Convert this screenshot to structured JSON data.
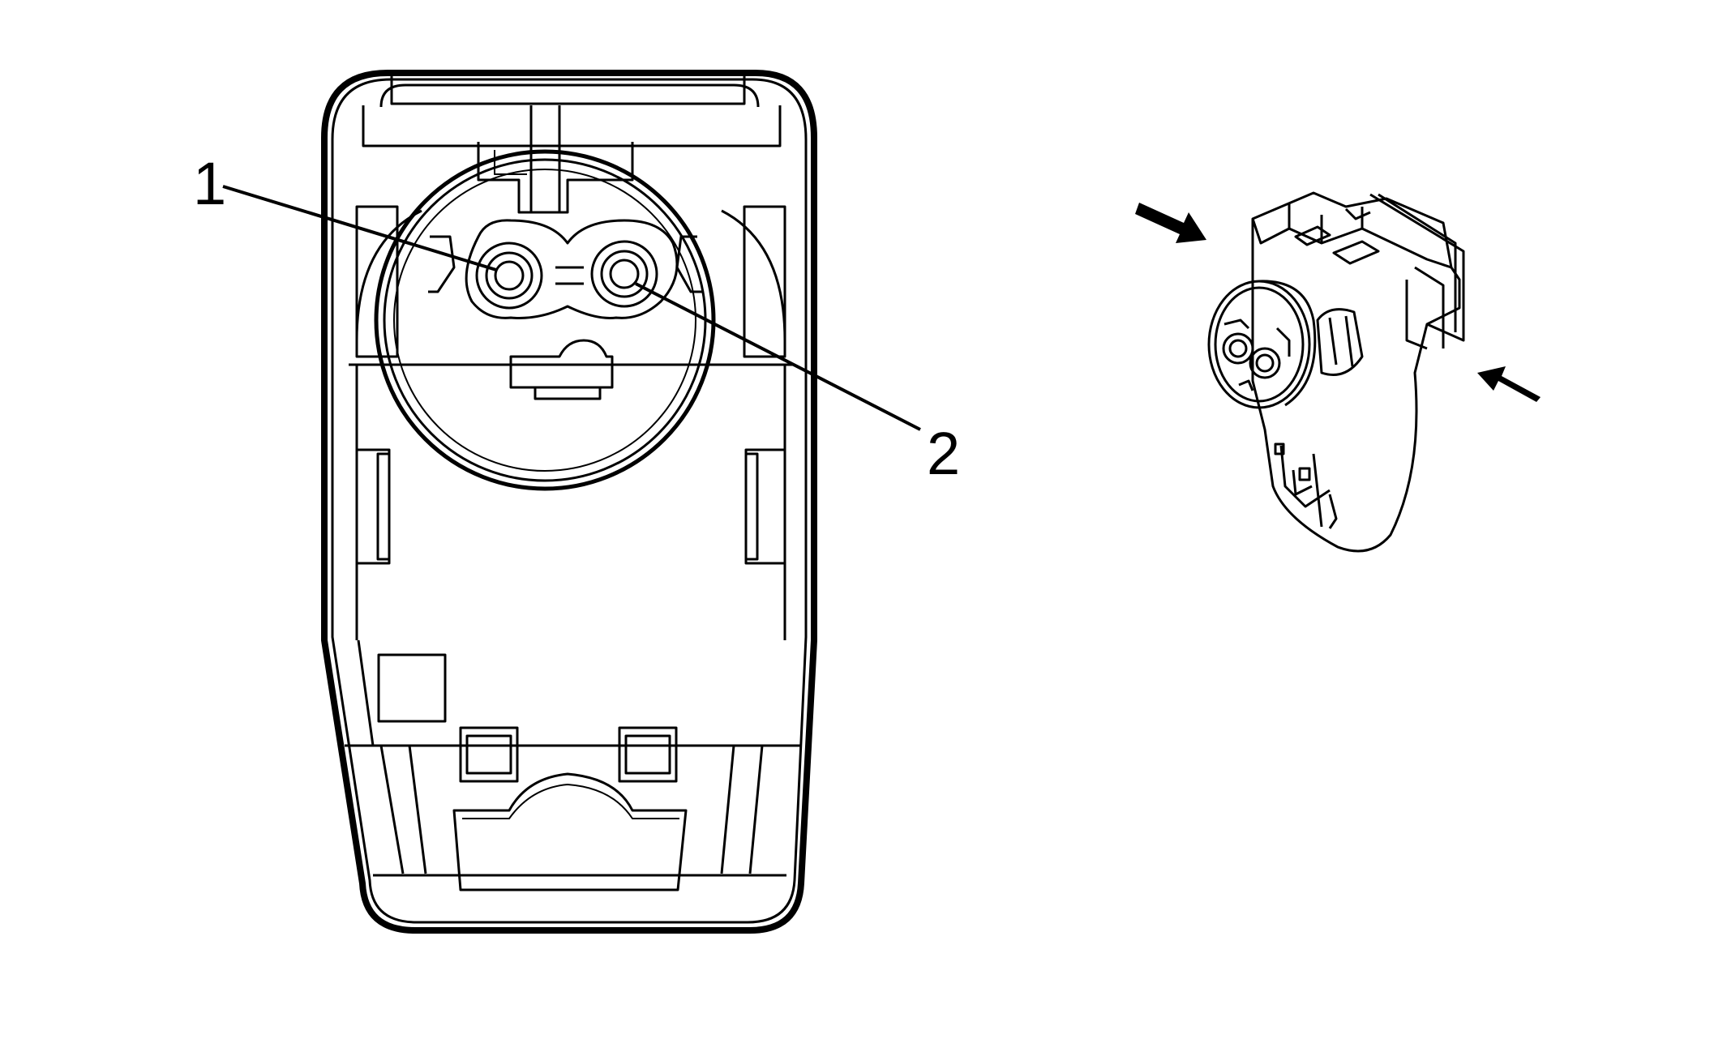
{
  "callouts": [
    {
      "number": "1",
      "target": "terminal-1"
    },
    {
      "number": "2",
      "target": "terminal-2"
    }
  ],
  "views": {
    "front": "connector-face-view",
    "iso": "connector-isometric-view"
  },
  "indicators": {
    "arrows": 2,
    "meaning": "release-tab-press-points"
  },
  "colors": {
    "stroke": "#000000",
    "background": "#ffffff"
  }
}
